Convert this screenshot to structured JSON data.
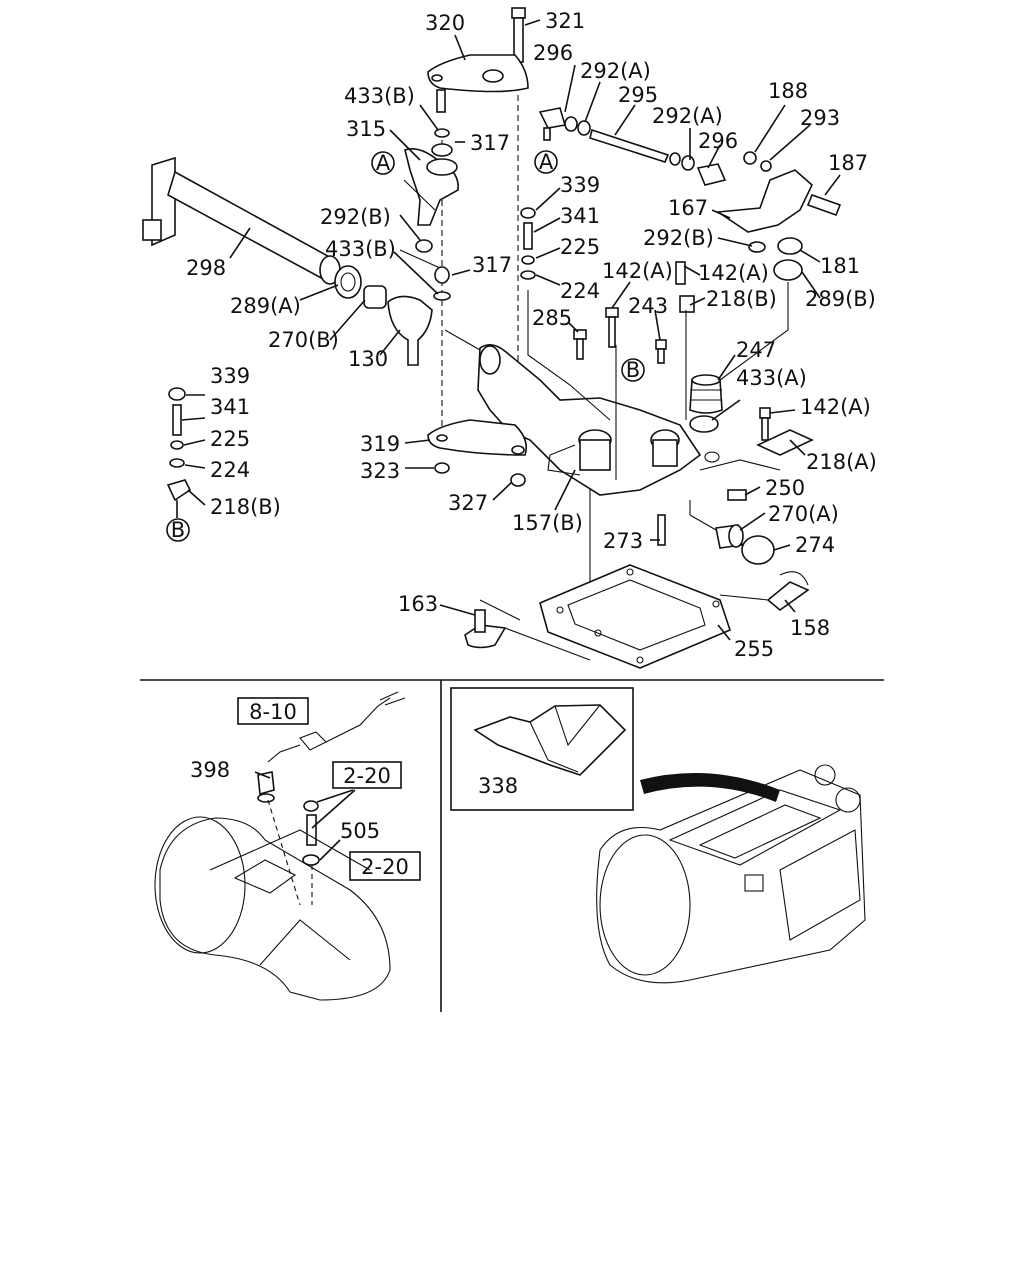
{
  "callouts": {
    "c320": "320",
    "c321": "321",
    "c296a": "296",
    "c292a1": "292(A)",
    "c295": "295",
    "c292a2": "292(A)",
    "c296b": "296",
    "c188": "188",
    "c293": "293",
    "c187": "187",
    "c167": "167",
    "c433b1": "433(B)",
    "c315": "315",
    "c317a": "317",
    "c339a": "339",
    "c341a": "341",
    "c225a": "225",
    "c224a": "224",
    "c292b1": "292(B)",
    "c292b2": "292(B)",
    "c181": "181",
    "c433b2": "433(B)",
    "c317b": "317",
    "c142a1": "142(A)",
    "c142a2": "142(A)",
    "c218b1": "218(B)",
    "c289b": "289(B)",
    "c298": "298",
    "c289a": "289(A)",
    "c270b": "270(B)",
    "c130": "130",
    "c285": "285",
    "c243": "243",
    "c247": "247",
    "c433a": "433(A)",
    "c142a3": "142(A)",
    "c218a": "218(A)",
    "c339b": "339",
    "c341b": "341",
    "c225b": "225",
    "c224b": "224",
    "c218b2": "218(B)",
    "c319": "319",
    "c323": "323",
    "c327": "327",
    "c157b": "157(B)",
    "c250": "250",
    "c270a": "270(A)",
    "c273": "273",
    "c274": "274",
    "c163": "163",
    "c255": "255",
    "c158": "158",
    "c398": "398",
    "c505": "505",
    "c338": "338"
  },
  "markers": {
    "a1": "A",
    "a2": "A",
    "b1": "B",
    "b2": "B"
  },
  "refs": {
    "r810": "8-10",
    "r220a": "2-20",
    "r220b": "2-20"
  }
}
